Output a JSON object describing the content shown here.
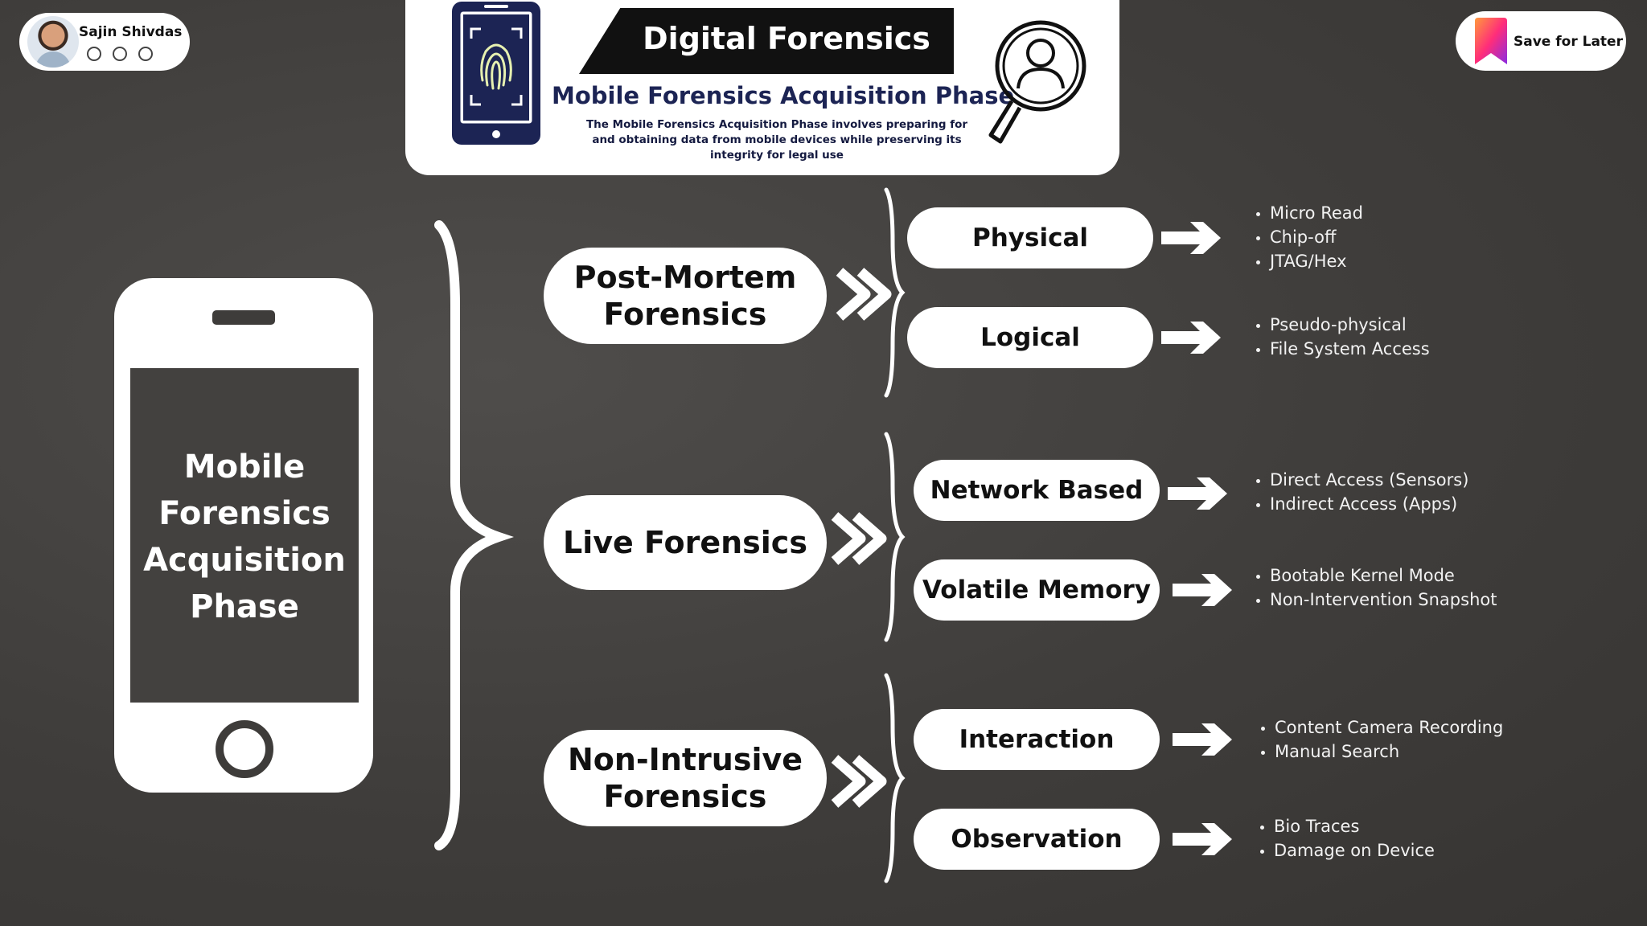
{
  "author": {
    "name": "Sajin Shivdas"
  },
  "save_button": {
    "label": "Save for Later"
  },
  "header": {
    "banner_title": "Digital Forensics",
    "subtitle": "Mobile Forensics Acquisition Phase",
    "description": "The Mobile Forensics Acquisition Phase involves preparing for and obtaining data from mobile devices while preserving its integrity for legal use"
  },
  "phone_title": "Mobile Forensics Acquisition Phase",
  "branches": [
    {
      "title": "Post-Mortem Forensics",
      "methods": [
        {
          "label": "Physical",
          "items": [
            "Micro Read",
            "Chip-off",
            "JTAG/Hex"
          ]
        },
        {
          "label": "Logical",
          "items": [
            "Pseudo-physical",
            "File System Access"
          ]
        }
      ]
    },
    {
      "title": "Live Forensics",
      "methods": [
        {
          "label": "Network Based",
          "items": [
            "Direct Access (Sensors)",
            "Indirect Access (Apps)"
          ]
        },
        {
          "label": "Volatile Memory",
          "items": [
            "Bootable Kernel Mode",
            "Non-Intervention Snapshot"
          ]
        }
      ]
    },
    {
      "title": "Non-Intrusive Forensics",
      "methods": [
        {
          "label": "Interaction",
          "items": [
            "Content Camera Recording",
            "Manual Search"
          ]
        },
        {
          "label": "Observation",
          "items": [
            "Bio Traces",
            "Damage on Device"
          ]
        }
      ]
    }
  ],
  "colors": {
    "background": "#403e3c",
    "header_text": "#1c2454",
    "pill": "#ffffff"
  }
}
